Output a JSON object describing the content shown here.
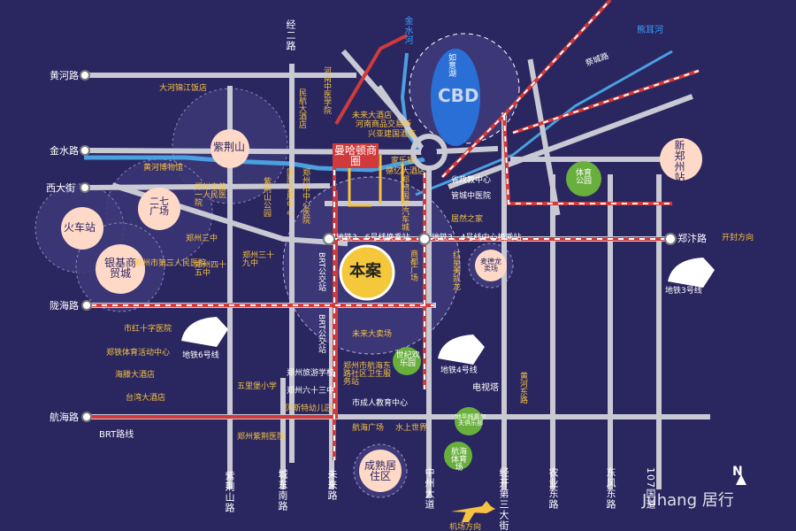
{
  "map": {
    "title_badge": "本案",
    "brand": "Juhang 居行",
    "compass": "N",
    "hub": {
      "cbd": "CBD",
      "lake": "如意湖",
      "manhattan": "曼哈顿商圈"
    },
    "districts": {
      "zijingshan": "紫荆山",
      "erqi": "二七广场",
      "huochezhan": "火车站",
      "yinji": "银基商贸城",
      "xinzhengzhou": "新郑州站",
      "chengshu": "成熟居住区"
    },
    "roads": {
      "huanghe": "黄河路",
      "jinshui": "金水路",
      "xidajie": "西大街",
      "longhai": "陇海路",
      "hanghai": "航海路",
      "jinger": "经二路",
      "zhengbian": "郑汴路",
      "kaifeng": "开封方向",
      "ziguoshan": "紫荆山路",
      "chengdongnan": "城东南路",
      "weilai": "未来路",
      "zhongzhou": "中州大道",
      "jingkaidi3": "经开第三大街",
      "nongye": "农业东路",
      "dongfeng": "东风东路",
      "road107": "107国道",
      "huangdong": "黄河东路",
      "jinshuihe": "金水河",
      "xiongerhe": "熊耳河",
      "qihe": "祭城路",
      "brt": "BRT路线",
      "brt_v1": "BRT公交站",
      "brt_v2": "BRT公交站"
    },
    "metro": {
      "line1": "地铁3、6号线换乘站",
      "line2": "地铁3、4号线中心换乘站",
      "l3": "地铁3号线",
      "l6": "地铁6号线",
      "l4": "地铁4号线"
    },
    "airport": "机场方向",
    "pois": {
      "p1": "大河锦江饭店",
      "p2": "黄河博物馆",
      "p3": "郑州市第一人民医院",
      "p4": "郑州三中",
      "p5": "郑州市第三人民医院",
      "p6": "郑州四十五中",
      "p7": "郑州三十九中",
      "p8": "市红十字医院",
      "p9": "郑铁体育活动中心",
      "p10": "海滕大酒店",
      "p11": "台湾大酒店",
      "p12": "五里堡小学",
      "p13": "郑州紫荆医院",
      "p14": "未来大酒店",
      "p15": "兴亚建国酒店",
      "p16": "家乐福",
      "p17": "德亿大酒店",
      "p18": "省政教中心",
      "p19": "管城中医院",
      "p20": "居然之家",
      "p21": "红星美凯龙",
      "p22": "麦德龙卖场",
      "p23": "未来大卖场",
      "p24": "郑州市航海东路社区卫生服务站",
      "p25": "郑州旅游学校",
      "p26": "郑州六十三中",
      "p27": "贝斯特幼儿园",
      "p28": "市成人教育中心",
      "p29": "航海广场",
      "p30": "水上世界",
      "p31": "电视塔",
      "p32": "河南中医学院",
      "p33": "民航大酒店",
      "p34": "河南商品交易所",
      "p35": "国际会展中心",
      "p36": "郑州市中心医院",
      "p37": "紫荆山公园",
      "p38": "商都广场",
      "p39": "郑州国际汽车城"
    },
    "parks": {
      "tiyu": "体育公园",
      "shiji": "世纪欢乐园",
      "ditie": "地平线嘉尔夫俱乐部",
      "hanghai_ty": "航海体育场"
    }
  }
}
